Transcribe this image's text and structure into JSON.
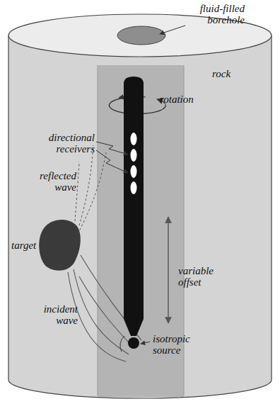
{
  "diagram": {
    "labels": [
      "fluid-filled borehole",
      "rock",
      "rotation",
      "directional receivers",
      "reflected wave",
      "target",
      "variable offset",
      "incident wave",
      "isotropic source"
    ]
  }
}
